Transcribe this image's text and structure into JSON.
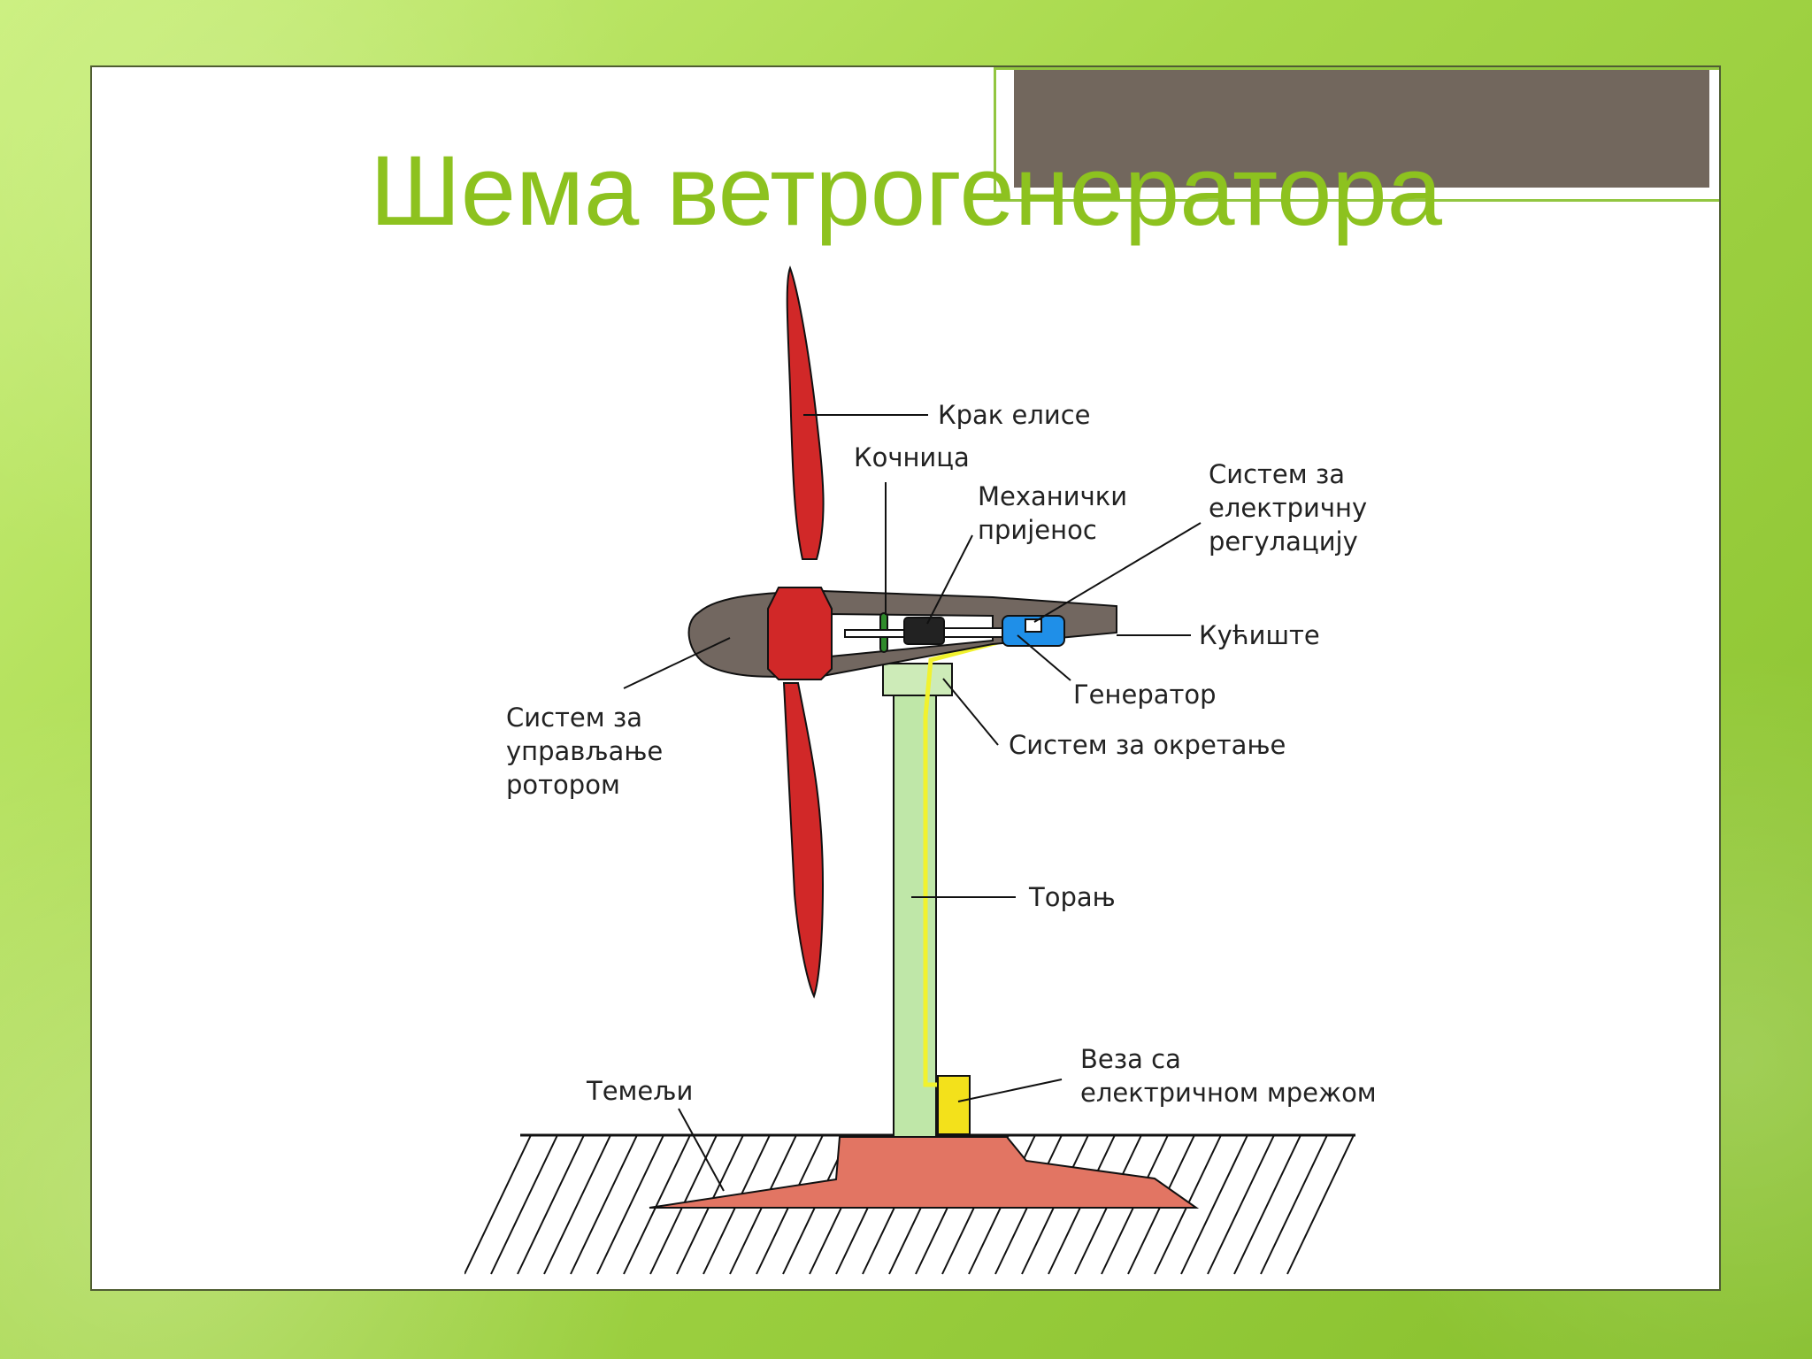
{
  "slide": {
    "title": "Шема ветрогенератора"
  },
  "diagram": {
    "labels": {
      "blade": "Крак елисе",
      "brake": "Кочница",
      "mechanical_line1": "Механички",
      "mechanical_line2": "пријенос",
      "electrical_line1": "Систем за",
      "electrical_line2": "електричну",
      "electrical_line3": "регулацију",
      "housing": "Кућиште",
      "generator": "Генератор",
      "yaw": "Систем за окретање",
      "rotor_control_line1": "Систем за",
      "rotor_control_line2": "управљање",
      "rotor_control_line3": "ротором",
      "tower": "Торањ",
      "grid_line1": "Веза са",
      "grid_line2": "електричном мрежом",
      "foundation": "Темељи"
    },
    "colors": {
      "blade": "#d12828",
      "nacelle": "#726760",
      "tower": "#bfe7a8",
      "cable": "#f1f22e",
      "grid_box": "#f3e11b",
      "foundation": "#e27563",
      "generator": "#1f8fe8",
      "brake": "#2f8b2b",
      "gearbox": "#222222"
    }
  }
}
